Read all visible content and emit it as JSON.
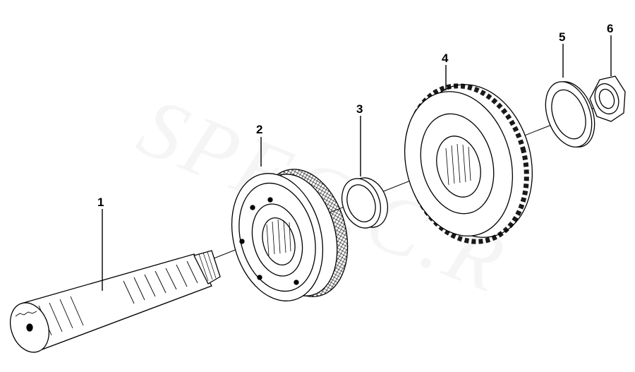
{
  "diagram": {
    "parts": [
      {
        "callout": "1",
        "part": "shaft"
      },
      {
        "callout": "2",
        "part": "synchronizer-hub"
      },
      {
        "callout": "3",
        "part": "bushing"
      },
      {
        "callout": "4",
        "part": "gear"
      },
      {
        "callout": "5",
        "part": "washer"
      },
      {
        "callout": "6",
        "part": "nut"
      }
    ],
    "watermark": "SPEC.C.R"
  }
}
